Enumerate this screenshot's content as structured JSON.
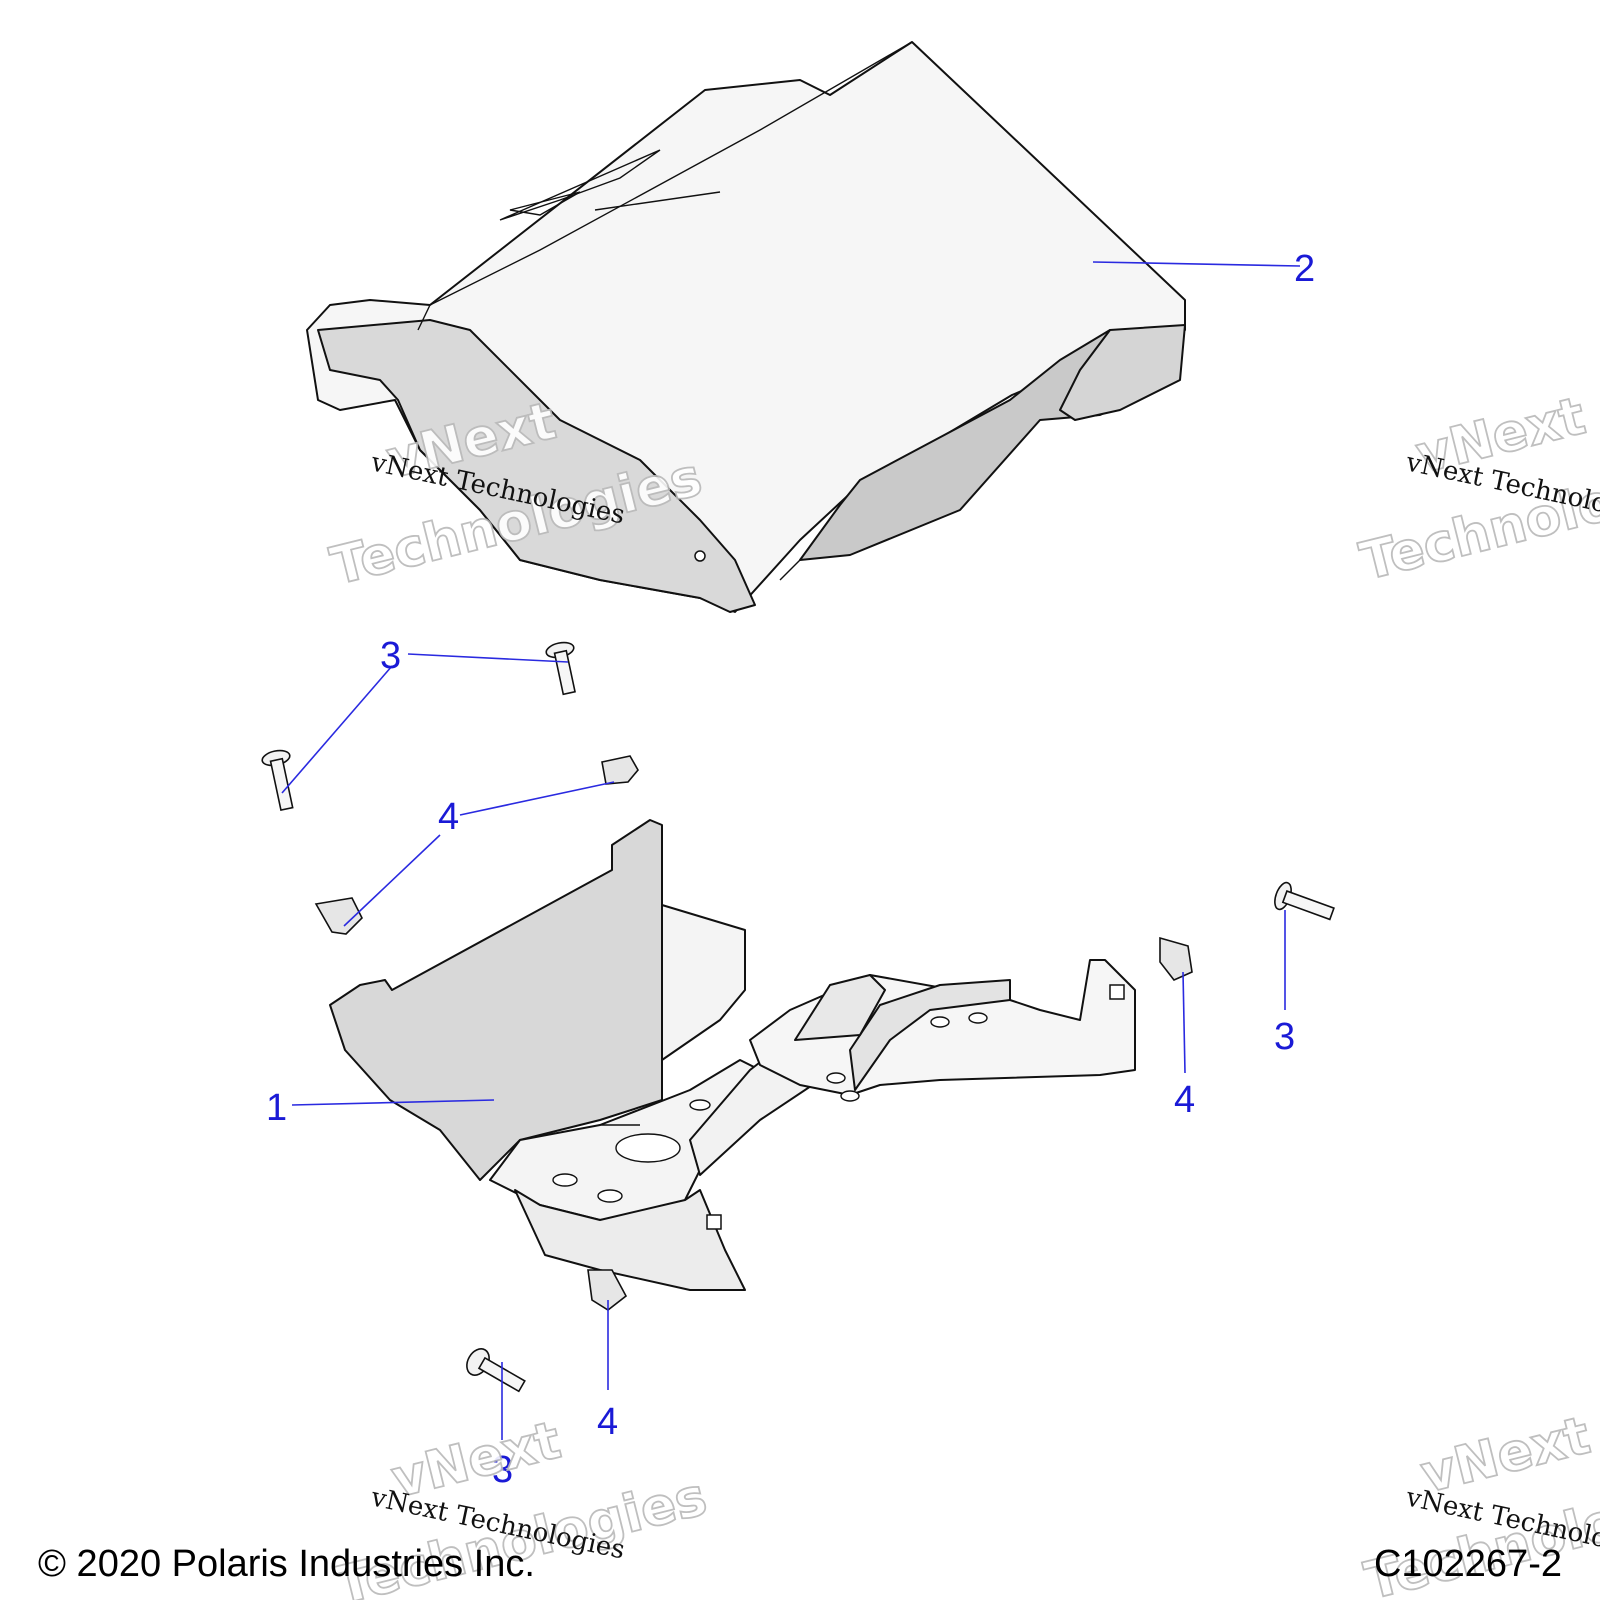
{
  "callouts": {
    "part_1": "1",
    "part_2": "2",
    "screw_a": "3",
    "screw_b": "3",
    "screw_c": "3",
    "nut_a": "4",
    "nut_b": "4",
    "nut_c": "4"
  },
  "watermark": {
    "line_big_1": "vNext",
    "line_big_2": "Technologies",
    "line_small": "vNext Technologies"
  },
  "footer": {
    "copyright": "© 2020 Polaris Industries Inc.",
    "figure_id": "C102267-2"
  },
  "colors": {
    "part_fill": "#d8d8d8",
    "part_light": "#f7f7f7",
    "part_dark": "#c4c4c4",
    "callout": "#1a1ad6"
  }
}
